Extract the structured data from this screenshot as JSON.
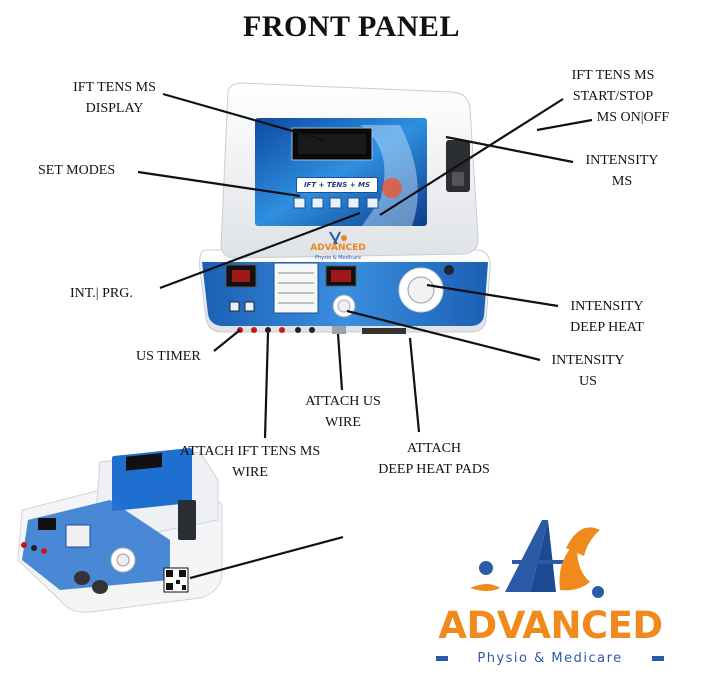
{
  "title": "FRONT PANEL",
  "labels": {
    "ift_display": [
      "IFT TENS MS",
      "DISPLAY"
    ],
    "start_stop": [
      "IFT TENS MS",
      "START/STOP",
      "MS ON|OFF"
    ],
    "set_modes": "SET MODES",
    "intensity_ms": [
      "INTENSITY",
      "MS"
    ],
    "int_prg": "INT.| PRG.",
    "intensity_deep_heat": [
      "INTENSITY",
      "DEEP HEAT"
    ],
    "us_timer": "US  TIMER",
    "intensity_us": [
      "INTENSITY",
      "US"
    ],
    "attach_us_wire": [
      "ATTACH US",
      "WIRE"
    ],
    "attach_ift_wire": [
      "ATTACH IFT TENS MS",
      "WIRE"
    ],
    "attach_deep_heat": [
      "ATTACH",
      "DEEP HEAT PADS"
    ]
  },
  "device": {
    "screen_modes": "IFT + TENS + MS",
    "logo_name": "ADVANCED",
    "logo_tagline": "Physio & Medicare"
  },
  "brand": {
    "name": "ADVANCED",
    "tagline": "Physio & Medicare",
    "orange": "#f18a1c",
    "blue": "#2a5aa8"
  },
  "colors": {
    "device_blue": "#1b5fb3",
    "device_body": "#f2f3f5"
  }
}
